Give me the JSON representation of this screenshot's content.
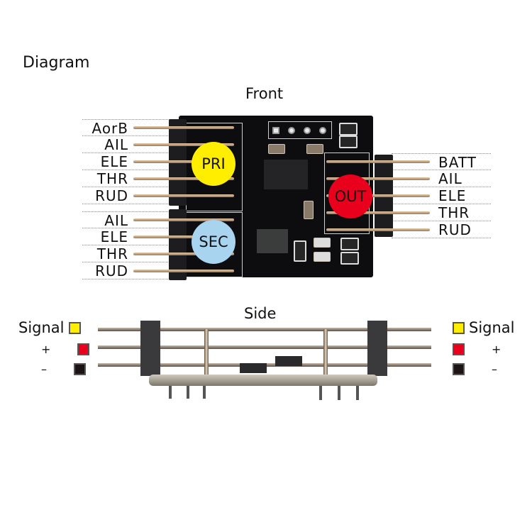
{
  "title": "Diagram",
  "front": {
    "heading": "Front",
    "left_pins_pri": [
      "AorB",
      "AIL",
      "ELE",
      "THR",
      "RUD"
    ],
    "left_pins_sec": [
      "AIL",
      "ELE",
      "THR",
      "RUD"
    ],
    "right_pins_out": [
      "BATT",
      "AIL",
      "ELE",
      "THR",
      "RUD"
    ],
    "badges": [
      {
        "label": "PRI",
        "color": "#ffee00"
      },
      {
        "label": "SEC",
        "color": "#a8d4f0"
      },
      {
        "label": "OUT",
        "color": "#e8001c"
      }
    ]
  },
  "side": {
    "heading": "Side",
    "legend": [
      {
        "label": "Signal",
        "color": "#ffee00"
      },
      {
        "label": "+",
        "color": "#e8001c"
      },
      {
        "label": "–",
        "color": "#1c1414"
      }
    ]
  }
}
